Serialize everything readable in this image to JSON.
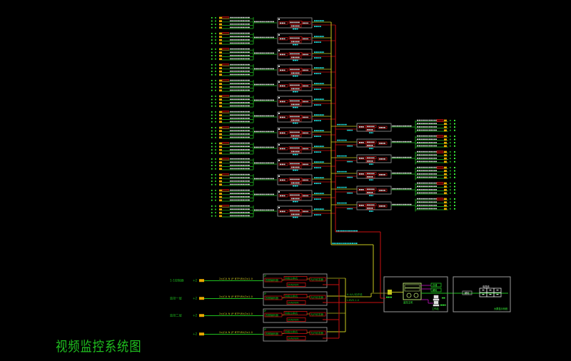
{
  "diagram": {
    "title": "视频监控系统图",
    "colors": {
      "background": "#000000",
      "green": "#1fbf1f",
      "bright_green": "#3cff3c",
      "red": "#cc1111",
      "yellow": "#c8c81e",
      "olive": "#8a8a14",
      "cyan": "#1ee6e6",
      "white": "#d8d8d8",
      "gray": "#9a9a9a",
      "orange": "#e8a800",
      "magenta": "#b010b0"
    },
    "left_groups_count": 13,
    "right_groups_count": 6,
    "bottom_left": {
      "rows": [
        {
          "label": "1-1控制器",
          "code": "+2",
          "cable": "2x(CA N  )P  BTP-BV/2x1.0"
        },
        {
          "label": "监控一层",
          "code": "+2",
          "cable": "2x(CA N  )P  BTP-BV/2x1.0"
        },
        {
          "label": "监控二层",
          "code": "+2",
          "cable": "2x(CA N  )P  BTP-BV/2x1.0"
        },
        {
          "label": "",
          "code": "+2",
          "cable": "2x(CA N  )P  BTP-BV/2x1.0"
        }
      ],
      "box_labels": [
        "视频编码器",
        "网络交换机",
        "光纤收发器",
        "DVR/NVR"
      ],
      "trunk_labels": [
        "6-U/L/光纤线",
        "L-BV5-1.0"
      ]
    },
    "control_room": {
      "device_label": "监控主机",
      "side_labels": [
        "存储",
        "解码"
      ],
      "computer_label": "工作站",
      "caption": "监控中心"
    },
    "display_room": {
      "device_label": "解码",
      "wall_label": "电视墙",
      "caption": "大屏显示系统"
    }
  }
}
